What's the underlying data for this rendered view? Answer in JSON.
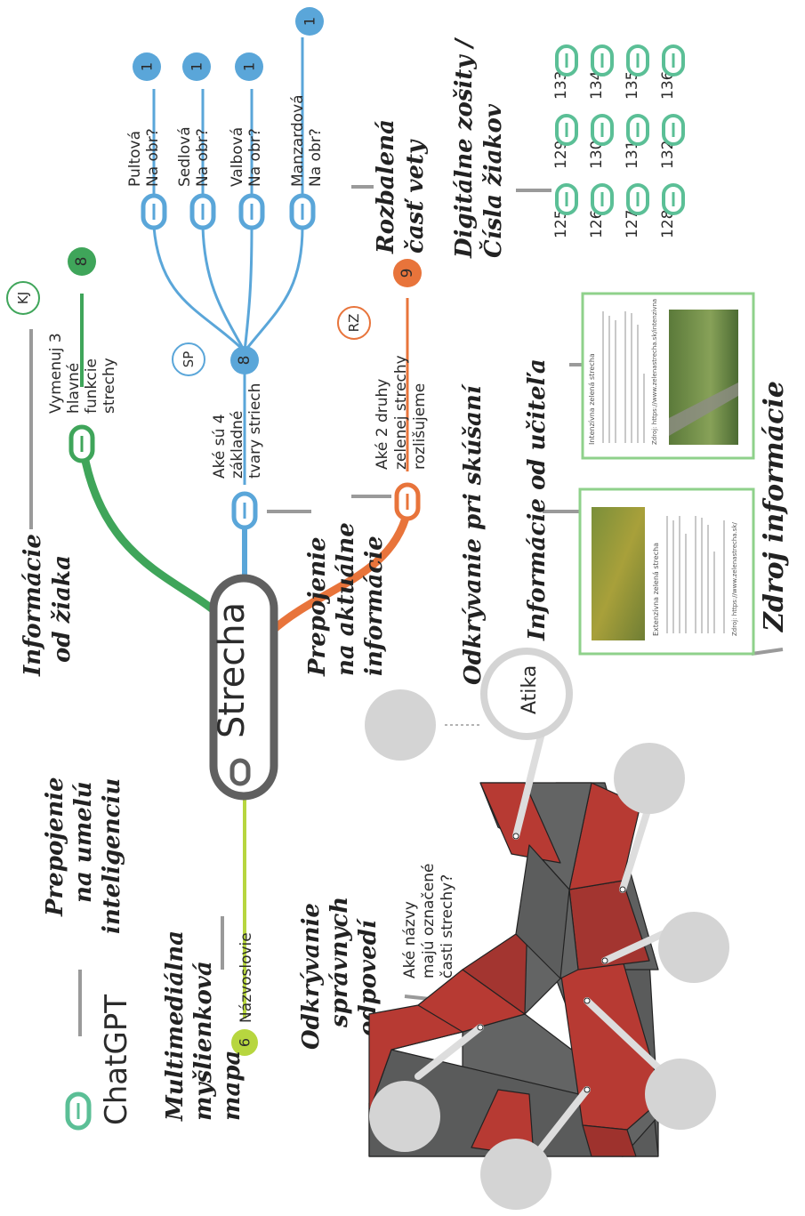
{
  "central": {
    "label": "Strecha"
  },
  "annotations": {
    "student_info": [
      "Informácie",
      "od žiaka"
    ],
    "ai_link": [
      "Prepojenie",
      "na umelú",
      "inteligenciu"
    ],
    "mindmap": [
      "Multimediálna",
      "myšlienková",
      "mapa"
    ],
    "current_info": [
      "Prepojenie",
      "na aktuálne",
      "informácie"
    ],
    "reveal_answers": [
      "Odkrývanie",
      "správnych",
      "odpovedí"
    ],
    "reveal_testing": "Odkrývanie pri skúšaní",
    "expanded": [
      "Rozbalená",
      "časť vety"
    ],
    "workbooks": [
      "Digitálne zošity /",
      "Čísla žiakov"
    ],
    "teacher_info": "Informácie od učiteľa",
    "source_info": "Zdroj informácie"
  },
  "nodes": {
    "chatgpt": "ChatGPT",
    "nazvoslovie": "Názvoslovie",
    "nazvoslovie_badge": "6",
    "functions": [
      "Vymenuj 3",
      "hlavné",
      "funkcie",
      "strechy"
    ],
    "functions_badge": "8",
    "functions_tag": "KJ",
    "shapes": [
      "Aké sú 4",
      "základné",
      "tvary striech"
    ],
    "shapes_badge": "8",
    "shapes_tag": "SP",
    "green": [
      "Aké 2 druhy",
      "zelenej strechy",
      "rozlišujeme"
    ],
    "green_badge": "9",
    "green_tag": "RZ",
    "roof_question": [
      "Aké názvy",
      "majú označené",
      "časti strechy?"
    ],
    "atika": "Atika"
  },
  "roof_types": [
    {
      "name": "Pultová",
      "sub": "Na obr?",
      "badge": "1"
    },
    {
      "name": "Sedlová",
      "sub": "Na obr?",
      "badge": "1"
    },
    {
      "name": "Valbová",
      "sub": "Na obr?",
      "badge": "1"
    },
    {
      "name": "Manzardová",
      "sub": "Na obr?",
      "badge": "1"
    }
  ],
  "student_numbers": [
    "125",
    "126",
    "127",
    "128",
    "129",
    "130",
    "131",
    "132",
    "133",
    "134",
    "135",
    "136"
  ],
  "documents": {
    "doc1_title": "Extenzívna zelená strecha",
    "doc1_link": "Zdroj: https://www.zelenastrecha.sk/",
    "doc2_title": "Intenzívna zelená strecha",
    "doc2_link": "Zdroj: https://www.zelenastrecha.sk/intenzivna"
  },
  "colors": {
    "green": "#3fa55a",
    "blue": "#5aa6d9",
    "orange": "#e8743b",
    "lime": "#b7d63f",
    "teal": "#5bbf96",
    "dark": "#5f6060",
    "roof_red": "#b73a33",
    "roof_gray": "#636464"
  }
}
